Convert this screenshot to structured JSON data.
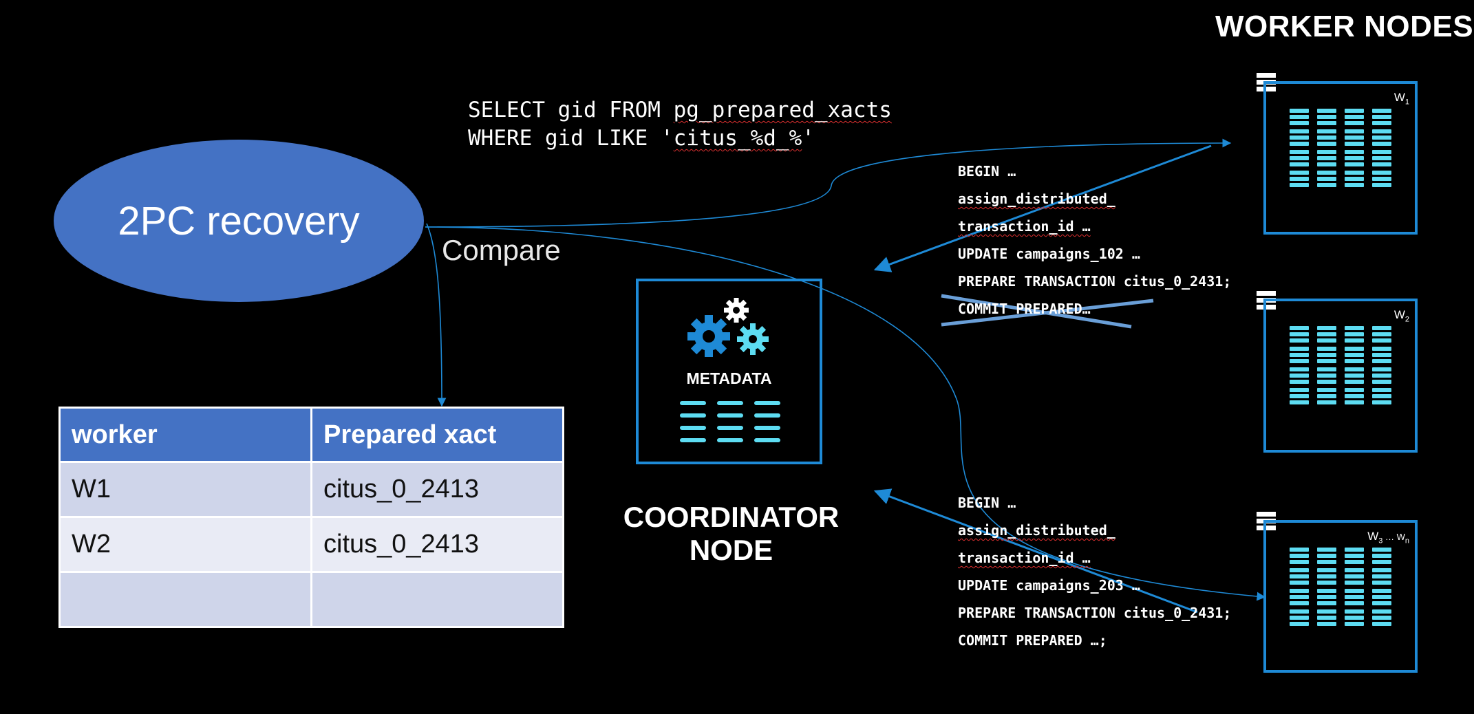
{
  "worker_nodes_title": "WORKER NODES",
  "sql_query": {
    "line1_prefix": "SELECT gid FROM ",
    "line1_table": "pg_prepared_xacts",
    "line2_prefix": "WHERE gid LIKE '",
    "line2_pattern": "citus_%d_%",
    "line2_suffix": "'"
  },
  "recovery_label": "2PC recovery",
  "compare_label": "Compare",
  "coordinator": {
    "metadata_label": "METADATA",
    "title_line1": "COORDINATOR",
    "title_line2": "NODE"
  },
  "tx_top": {
    "begin": "BEGIN …",
    "assign1": "assign_distributed_",
    "assign2": "transaction_id …",
    "update": "UPDATE campaigns_102 …",
    "prepare": "PREPARE TRANSACTION citus_0_2431;",
    "commit": "COMMIT PREPARED…"
  },
  "tx_bottom": {
    "begin": "BEGIN …",
    "assign1": "assign_distributed_",
    "assign2": "transaction_id …",
    "update": "UPDATE campaigns_203 …",
    "prepare": "PREPARE TRANSACTION citus_0_2431;",
    "commit": "COMMIT PREPARED …;"
  },
  "workers": [
    {
      "label_main": "W",
      "label_sub": "1"
    },
    {
      "label_main": "W",
      "label_sub": "2"
    },
    {
      "label_main": "W",
      "label_sub": "3",
      "label_mid": " … W",
      "label_sub2": "n"
    }
  ],
  "recovery_table": {
    "headers": [
      "worker",
      "Prepared xact"
    ],
    "rows": [
      [
        "W1",
        "citus_0_2413"
      ],
      [
        "W2",
        "citus_0_2413"
      ],
      [
        "",
        ""
      ]
    ]
  },
  "colors": {
    "accent_blue": "#1e8ad6",
    "ellipse_blue": "#4472c4",
    "cyan": "#5ddcf2",
    "cross_blue": "#6a9fd8"
  }
}
